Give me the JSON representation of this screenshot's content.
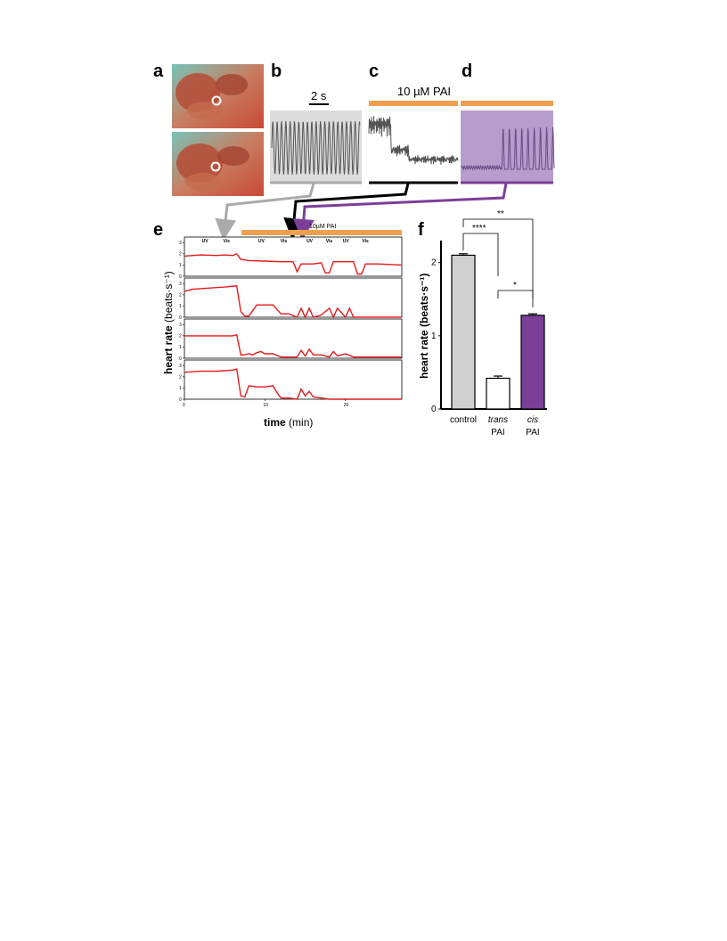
{
  "figure": {
    "panel_labels": [
      "a",
      "b",
      "c",
      "d",
      "e",
      "f"
    ],
    "b": {
      "scale_bar": "2 s"
    },
    "c": {
      "treatment": "10 µM PAI"
    },
    "e": {
      "treatment": "10µM PAI",
      "y_label_bold": "heart rate",
      "y_label_unit": "(beats·s⁻¹)",
      "x_label_bold": "time",
      "x_label_unit": "(min)",
      "stripe_labels": [
        "UV",
        "Vis",
        "UV",
        "Vis",
        "UV",
        "Vis",
        "UV",
        "Vis"
      ],
      "x_ticks": [
        "0",
        "10",
        "20"
      ],
      "y_ticks": [
        "0",
        "1",
        "2",
        "3"
      ]
    },
    "f": {
      "y_label": "heart rate (beats·s⁻¹)",
      "y_ticks": [
        "0",
        "1",
        "2"
      ],
      "significance": [
        "****",
        "*",
        "**"
      ],
      "categories": [
        {
          "line1": "control",
          "line2": ""
        },
        {
          "line1": "trans",
          "line2": "PAI"
        },
        {
          "line1": "cis",
          "line2": "PAI"
        }
      ]
    }
  },
  "chart_data": [
    {
      "type": "line",
      "panel": "e",
      "title": "",
      "xlabel": "time (min)",
      "ylabel": "heart rate (beats·s⁻¹)",
      "xlim": [
        0,
        27
      ],
      "ylim": [
        0,
        3.5
      ],
      "bands": [
        {
          "label": "UV",
          "start": 1,
          "end": 4,
          "color": "#7b3f98"
        },
        {
          "label": "Vis",
          "start": 4.3,
          "end": 6.0,
          "color": "#d8d8d8"
        },
        {
          "label": "UV",
          "start": 8,
          "end": 11,
          "color": "#7b3f98"
        },
        {
          "label": "Vis",
          "start": 11.3,
          "end": 13.2,
          "color": "#d8d8d8"
        },
        {
          "label": "UV",
          "start": 14,
          "end": 17,
          "color": "#7b3f98"
        },
        {
          "label": "Vis",
          "start": 17.3,
          "end": 18.5,
          "color": "#d8d8d8"
        },
        {
          "label": "UV",
          "start": 18.5,
          "end": 21.5,
          "color": "#7b3f98"
        },
        {
          "label": "Vis",
          "start": 21.8,
          "end": 23,
          "color": "#d8d8d8"
        }
      ],
      "treatment_bar": {
        "label": "10µM PAI",
        "start": 7,
        "end": 27
      },
      "series": [
        {
          "x": [
            0,
            2,
            4,
            5,
            6,
            6.5,
            7,
            8,
            10,
            12,
            13.5,
            14,
            14.5,
            16,
            17,
            17.5,
            18,
            18.5,
            19,
            21,
            21.5,
            22,
            22.5,
            24,
            27
          ],
          "y": [
            1.8,
            1.9,
            1.85,
            1.9,
            1.85,
            2.0,
            1.5,
            1.4,
            1.35,
            1.3,
            1.3,
            0.4,
            1.1,
            1.1,
            1.2,
            0.3,
            0.3,
            1.3,
            1.3,
            1.3,
            0.2,
            0.2,
            1.1,
            1.1,
            1.0
          ]
        },
        {
          "x": [
            0,
            1,
            3,
            5,
            6.5,
            7,
            7.5,
            8,
            9,
            10,
            11,
            12,
            13,
            14,
            14.5,
            15,
            15.5,
            16,
            17,
            18,
            18.5,
            19,
            20,
            20.5,
            21,
            21.5,
            27
          ],
          "y": [
            2.3,
            2.5,
            2.6,
            2.7,
            2.8,
            0.5,
            0.1,
            0.1,
            1.1,
            1.1,
            1.1,
            0.3,
            0.3,
            0.0,
            0.8,
            0.0,
            0.8,
            0.0,
            0.2,
            0.8,
            0.0,
            0.8,
            0.0,
            0.8,
            0.0,
            0.0,
            0.0
          ]
        },
        {
          "x": [
            0,
            2,
            4,
            6,
            6.5,
            7,
            7.5,
            8,
            8.5,
            9,
            9.5,
            10,
            11,
            12,
            13,
            14,
            14.5,
            15,
            15.5,
            16,
            17,
            18,
            18.5,
            19,
            20,
            21,
            21.5,
            27
          ],
          "y": [
            2.0,
            2.0,
            2.0,
            2.0,
            2.1,
            0.3,
            0.3,
            0.4,
            0.3,
            0.5,
            0.6,
            0.4,
            0.4,
            0.1,
            0.1,
            0.1,
            0.7,
            0.2,
            0.8,
            0.3,
            0.3,
            0.1,
            0.6,
            0.2,
            0.4,
            0.1,
            0.1,
            0.1
          ]
        },
        {
          "x": [
            0,
            2,
            4,
            6,
            6.5,
            7,
            7.5,
            8,
            9,
            10,
            11,
            11.5,
            12,
            13,
            14,
            14.5,
            15,
            15.5,
            16,
            17,
            18,
            27
          ],
          "y": [
            2.4,
            2.5,
            2.5,
            2.6,
            2.7,
            0.3,
            0.2,
            1.2,
            1.1,
            1.1,
            1.2,
            0.6,
            0.1,
            0.1,
            0.0,
            0.9,
            0.3,
            0.7,
            0.2,
            0.1,
            0.0,
            0.0
          ]
        }
      ]
    },
    {
      "type": "bar",
      "panel": "f",
      "title": "",
      "xlabel": "",
      "ylabel": "heart rate (beats·s⁻¹)",
      "ylim": [
        0,
        2.3
      ],
      "categories": [
        "control",
        "trans PAI",
        "cis PAI"
      ],
      "values": [
        2.1,
        0.42,
        1.28
      ],
      "errors": [
        0.02,
        0.03,
        0.02
      ],
      "bar_colors": [
        "#d0d0d0",
        "#ffffff",
        "#7b3f98"
      ]
    }
  ],
  "colors": {
    "uv": "#7b3f98",
    "vis": "#d8d8d8",
    "trace": "#e41a1c",
    "treatment": "#f0a050",
    "cis_panel_bg": "#b79dcb",
    "control_panel_bg": "#dcdcdc"
  }
}
